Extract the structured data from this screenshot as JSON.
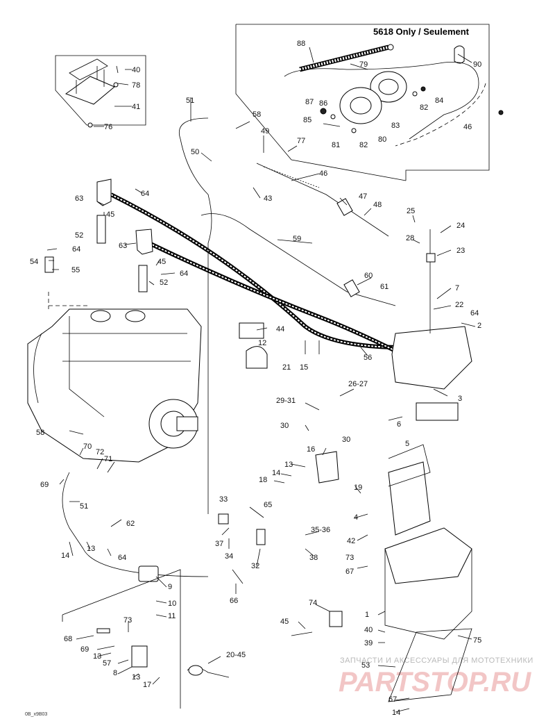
{
  "header": {
    "title": "5618 Only / Seulement"
  },
  "watermark": {
    "line1": "ЗАПЧАСТИ И АКСЕССУАРЫ ДЛЯ МОТОТЕХНИКИ",
    "line2": "PARTSTOP.RU"
  },
  "figure_code": "0B_x9B03",
  "labels": {
    "l88": "88",
    "l79": "79",
    "l90": "90",
    "l87": "87",
    "l86": "86",
    "l84": "84",
    "l82a": "82",
    "l85": "85",
    "l83": "83",
    "l46a": "46",
    "l81": "81",
    "l82b": "82",
    "l80": "80",
    "l40a": "40",
    "l78": "78",
    "l41": "41",
    "l76": "76",
    "l51a": "51",
    "l58a": "58",
    "l49": "49",
    "l77": "77",
    "l50": "50",
    "l46b": "46",
    "l43": "43",
    "l47": "47",
    "l48": "48",
    "l63a": "63",
    "l64a": "64",
    "l45a": "45",
    "l52a": "52",
    "l64b": "64",
    "l54": "54",
    "l55": "55",
    "l63b": "63",
    "l59": "59",
    "l45b": "45",
    "l64c": "64",
    "l52b": "52",
    "l25": "25",
    "l24": "24",
    "l28": "28",
    "l23": "23",
    "l60": "60",
    "l61": "61",
    "l7": "7",
    "l22": "22",
    "l64d": "64",
    "l2": "2",
    "l44": "44",
    "l12": "12",
    "l21": "21",
    "l15": "15",
    "l56": "56",
    "l3": "3",
    "l2627": "26-27",
    "l2931": "29-31",
    "l30a": "30",
    "l30b": "30",
    "l6": "6",
    "l5": "5",
    "l58b": "58",
    "l70": "70",
    "l72": "72",
    "l71": "71",
    "l16": "16",
    "l13a": "13",
    "l14a": "14",
    "l18": "18",
    "l19": "19",
    "l69a": "69",
    "l51b": "51",
    "l33": "33",
    "l65": "65",
    "l4": "4",
    "l62": "62",
    "l3536": "35-36",
    "l37": "37",
    "l34": "34",
    "l42": "42",
    "l14b": "14",
    "l13b": "13",
    "l64e": "64",
    "l73a": "73",
    "l38": "38",
    "l32": "32",
    "l67a": "67",
    "l9": "9",
    "l66": "66",
    "l10": "10",
    "l11": "11",
    "l74": "74",
    "l1": "1",
    "l73b": "73",
    "l45c": "45",
    "l68": "68",
    "l40b": "40",
    "l75": "75",
    "l69b": "69",
    "l13c": "13",
    "l39": "39",
    "l57": "57",
    "l2045": "20-45",
    "l8": "8",
    "l53": "53",
    "l13d": "13",
    "l17": "17",
    "l67b": "67",
    "l14c": "14"
  }
}
